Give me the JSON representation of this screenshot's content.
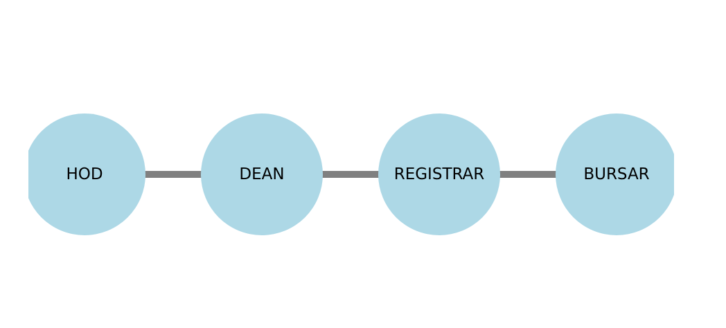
{
  "diagram": {
    "node_color": "#add8e6",
    "edge_color": "#808080",
    "label_color": "#000000",
    "nodes": [
      {
        "id": "hod",
        "label": "HOD"
      },
      {
        "id": "dean",
        "label": "DEAN"
      },
      {
        "id": "registrar",
        "label": "REGISTRAR"
      },
      {
        "id": "bursar",
        "label": "BURSAR"
      }
    ],
    "edges": [
      {
        "from": "hod",
        "to": "dean"
      },
      {
        "from": "dean",
        "to": "registrar"
      },
      {
        "from": "registrar",
        "to": "bursar"
      }
    ]
  }
}
